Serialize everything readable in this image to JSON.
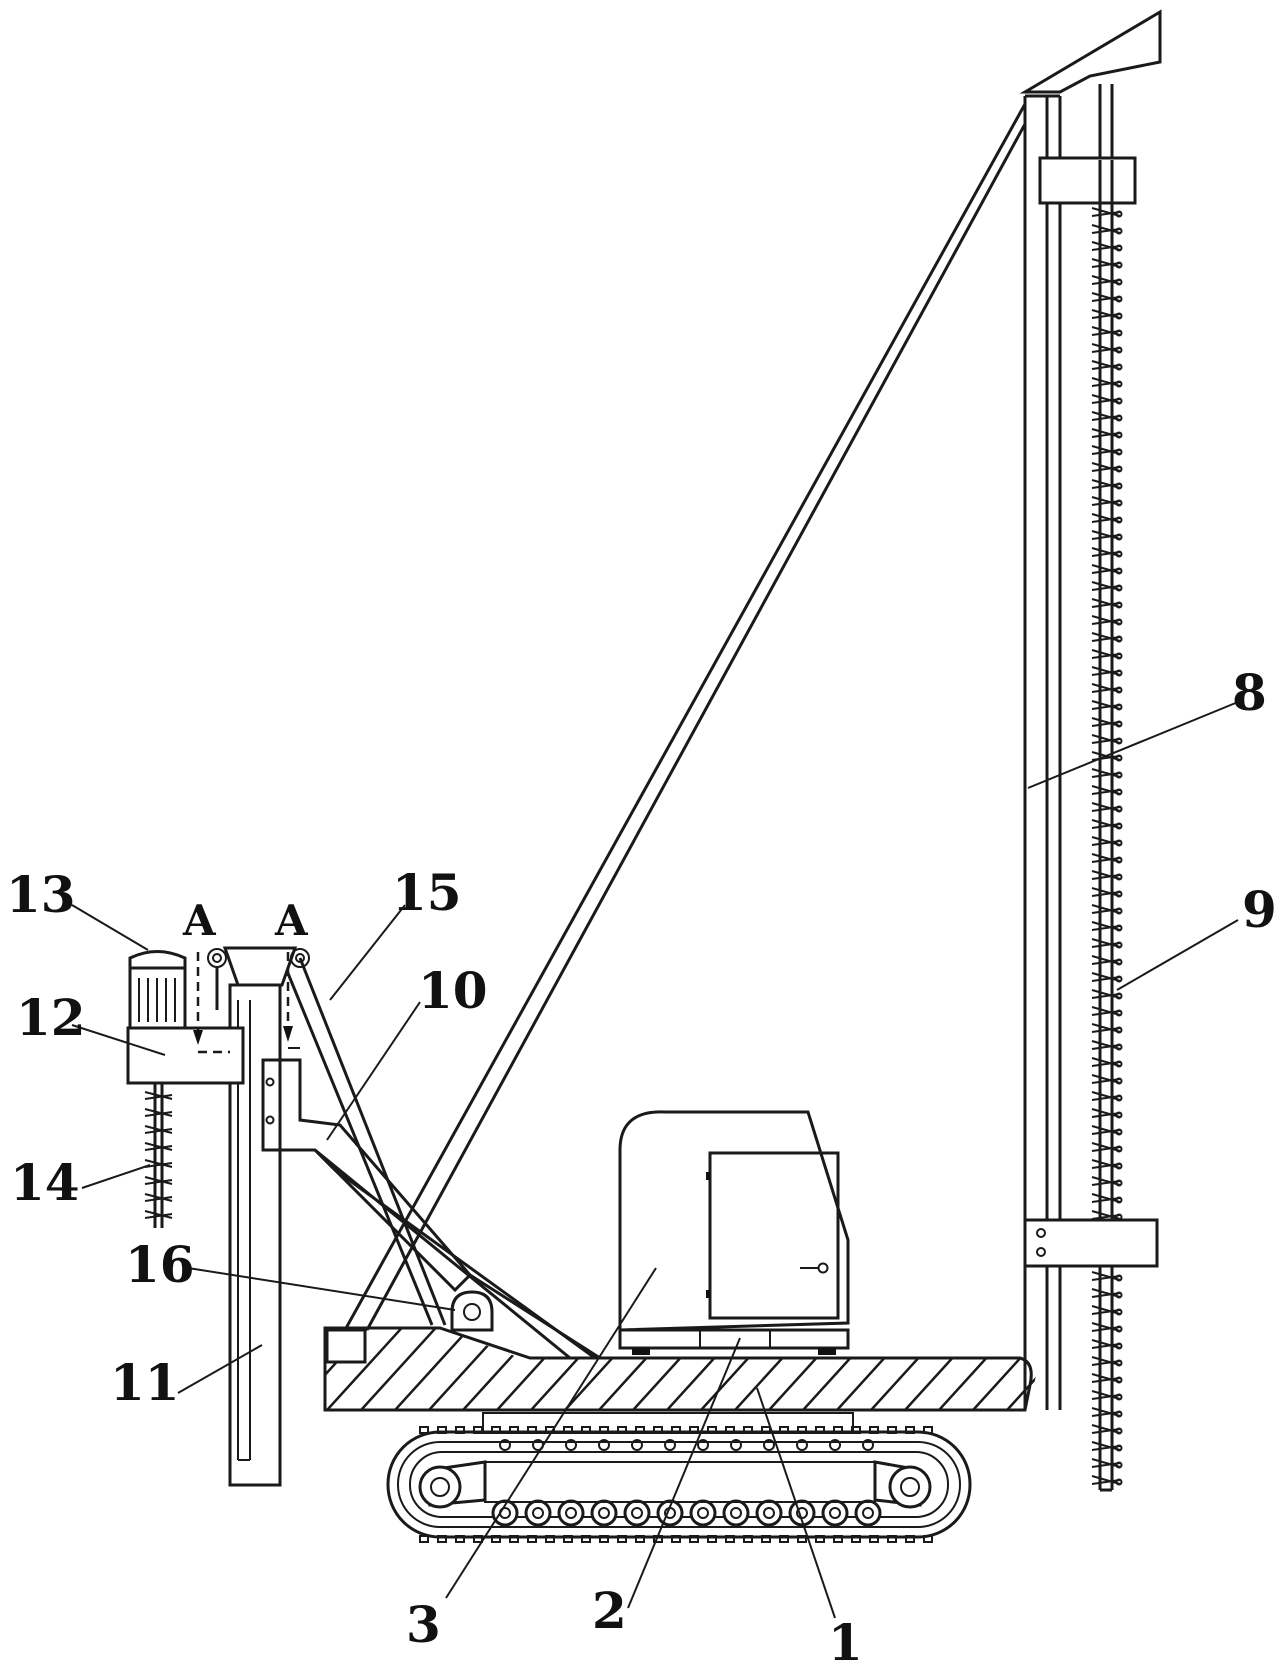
{
  "labels": {
    "l1": "1",
    "l2": "2",
    "l3": "3",
    "l8": "8",
    "l9": "9",
    "l10": "10",
    "l11": "11",
    "l12": "12",
    "l13": "13",
    "l14": "14",
    "l15": "15",
    "l16": "16"
  },
  "section_marks": {
    "left": "A",
    "right": "A"
  }
}
